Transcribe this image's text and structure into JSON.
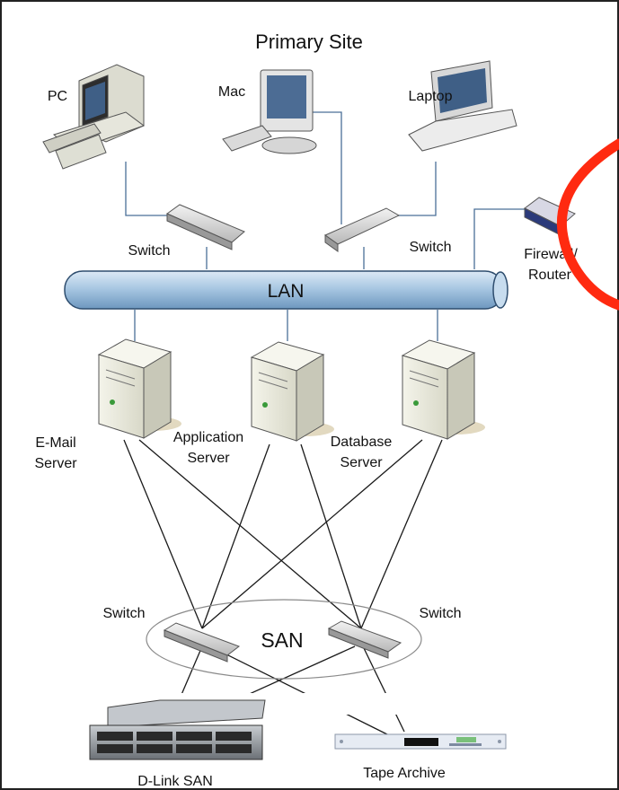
{
  "diagram": {
    "title": "Primary Site",
    "clients": {
      "pc": "PC",
      "mac": "Mac",
      "laptop": "Laptop"
    },
    "lan": {
      "label": "LAN",
      "switch_left": "Switch",
      "switch_right": "Switch",
      "firewall_line1": "Firewall/",
      "firewall_line2": "Router"
    },
    "servers": {
      "email_line1": "E-Mail",
      "email_line2": "Server",
      "app_line1": "Application",
      "app_line2": "Server",
      "db_line1": "Database",
      "db_line2": "Server"
    },
    "san": {
      "label": "SAN",
      "switch_left": "Switch",
      "switch_right": "Switch",
      "storage": "D-Link SAN",
      "tape": "Tape Archive"
    },
    "colors": {
      "lan_pipe": "#9dbfdc",
      "link_line": "#4a6f98",
      "san_line": "#1a1a1a",
      "highlight": "#ff2a10"
    }
  }
}
